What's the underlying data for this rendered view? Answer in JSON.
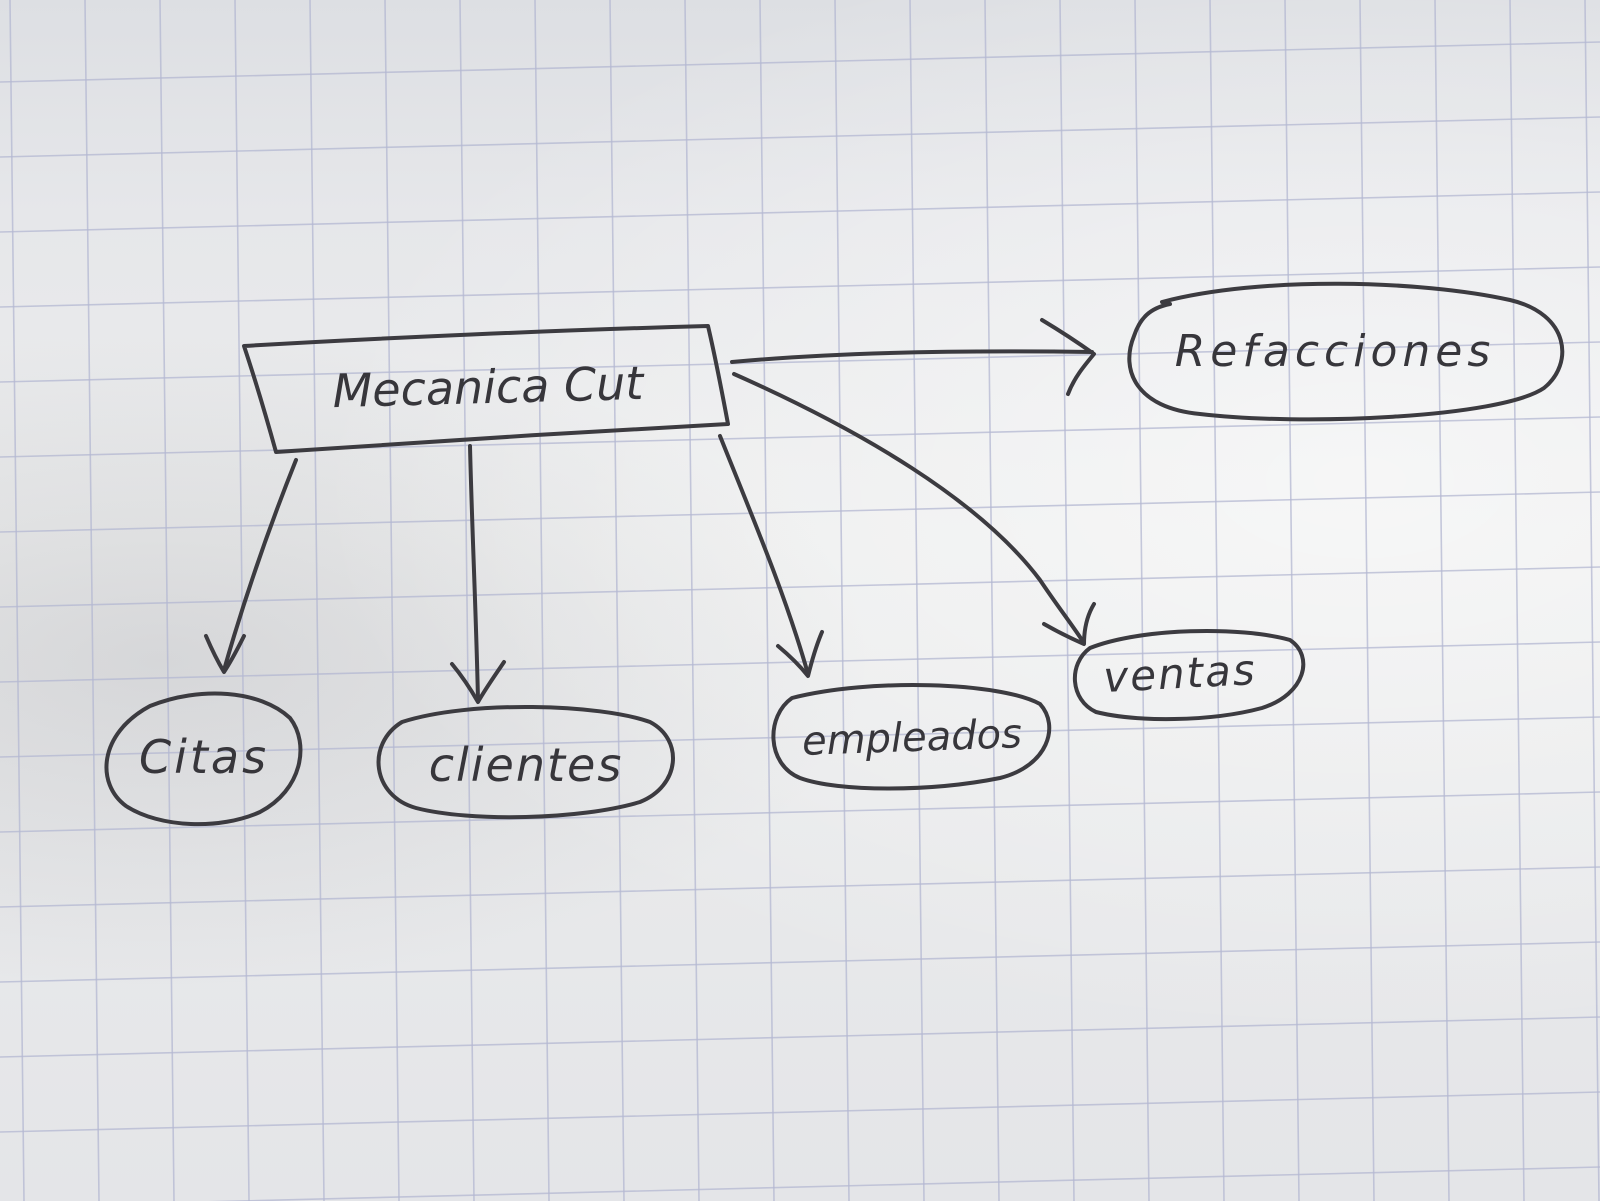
{
  "diagram": {
    "central": {
      "label": "Mecanica Cut"
    },
    "nodes": [
      {
        "id": "refacciones",
        "label": "Refacciones"
      },
      {
        "id": "citas",
        "label": "Citas"
      },
      {
        "id": "clientes",
        "label": "clientes"
      },
      {
        "id": "empleados",
        "label": "empleados"
      },
      {
        "id": "ventas",
        "label": "ventas"
      }
    ],
    "edges": [
      {
        "from": "Mecanica Cut",
        "to": "Refacciones"
      },
      {
        "from": "Mecanica Cut",
        "to": "Citas"
      },
      {
        "from": "Mecanica Cut",
        "to": "clientes"
      },
      {
        "from": "Mecanica Cut",
        "to": "empleados"
      },
      {
        "from": "Mecanica Cut",
        "to": "ventas"
      }
    ]
  },
  "colors": {
    "ink": "#3c3b40",
    "paper": "#e9eaec",
    "grid": "#b4b8d2"
  }
}
